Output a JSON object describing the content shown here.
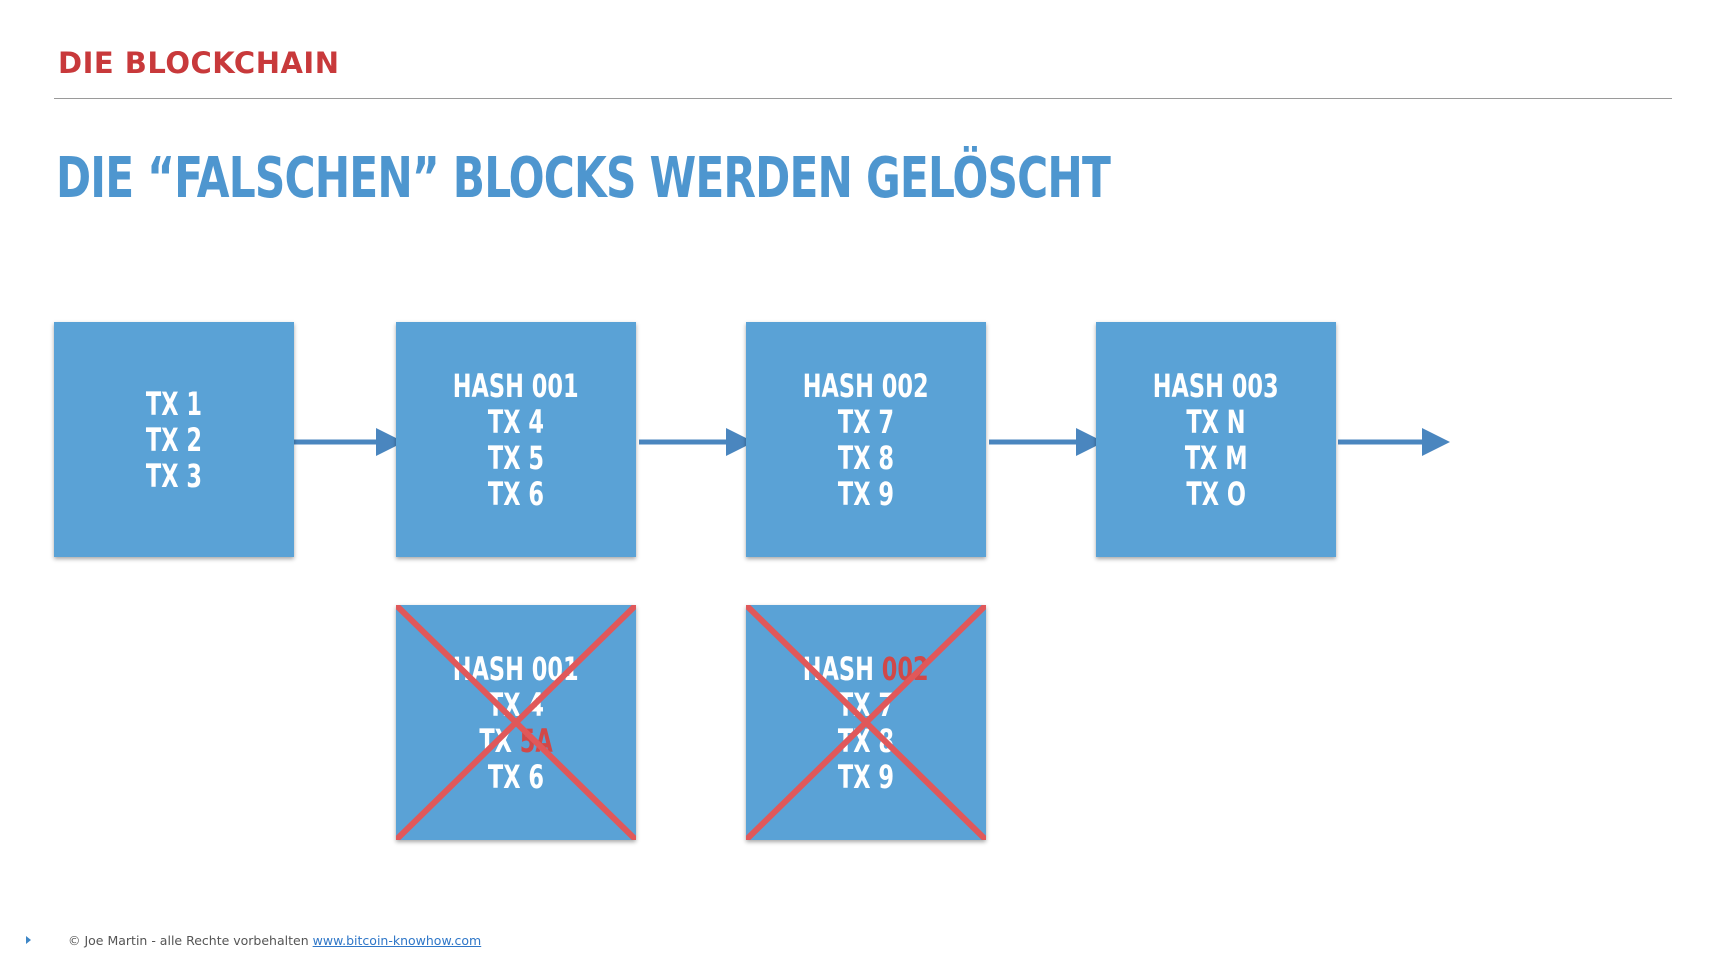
{
  "header": {
    "section": "DIE BLOCKCHAIN",
    "title": "DIE “FALSCHEN” BLOCKS WERDEN GELÖSCHT"
  },
  "chain": [
    {
      "lines": [
        "TX 1",
        "TX 2",
        "TX 3"
      ]
    },
    {
      "lines": [
        "HASH 001",
        "TX 4",
        "TX 5",
        "TX 6"
      ]
    },
    {
      "lines": [
        "HASH 002",
        "TX 7",
        "TX 8",
        "TX 9"
      ]
    },
    {
      "lines": [
        "HASH 003",
        "TX N",
        "TX M",
        "TX O"
      ]
    }
  ],
  "fork": [
    {
      "hash_prefix": "HASH",
      "hash_value": "001",
      "tx_a": "TX 4",
      "tx_b_prefix": "TX",
      "tx_b_value": "5A",
      "tx_c": "TX 6",
      "crossed_out": true
    },
    {
      "hash_prefix": "HASH",
      "hash_value": "002",
      "tx_a": "TX 7",
      "tx_b": "TX 8",
      "tx_c": "TX 9",
      "crossed_out": true
    }
  ],
  "footer": {
    "copyright": "© Joe Martin - alle Rechte vorbehalten",
    "link": "www.bitcoin-knowhow.com"
  },
  "colors": {
    "block": "#5aa2d6",
    "arrow": "#4a86bf",
    "cross": "#e0585a",
    "title": "#4e96cf",
    "section": "#c8393b"
  }
}
